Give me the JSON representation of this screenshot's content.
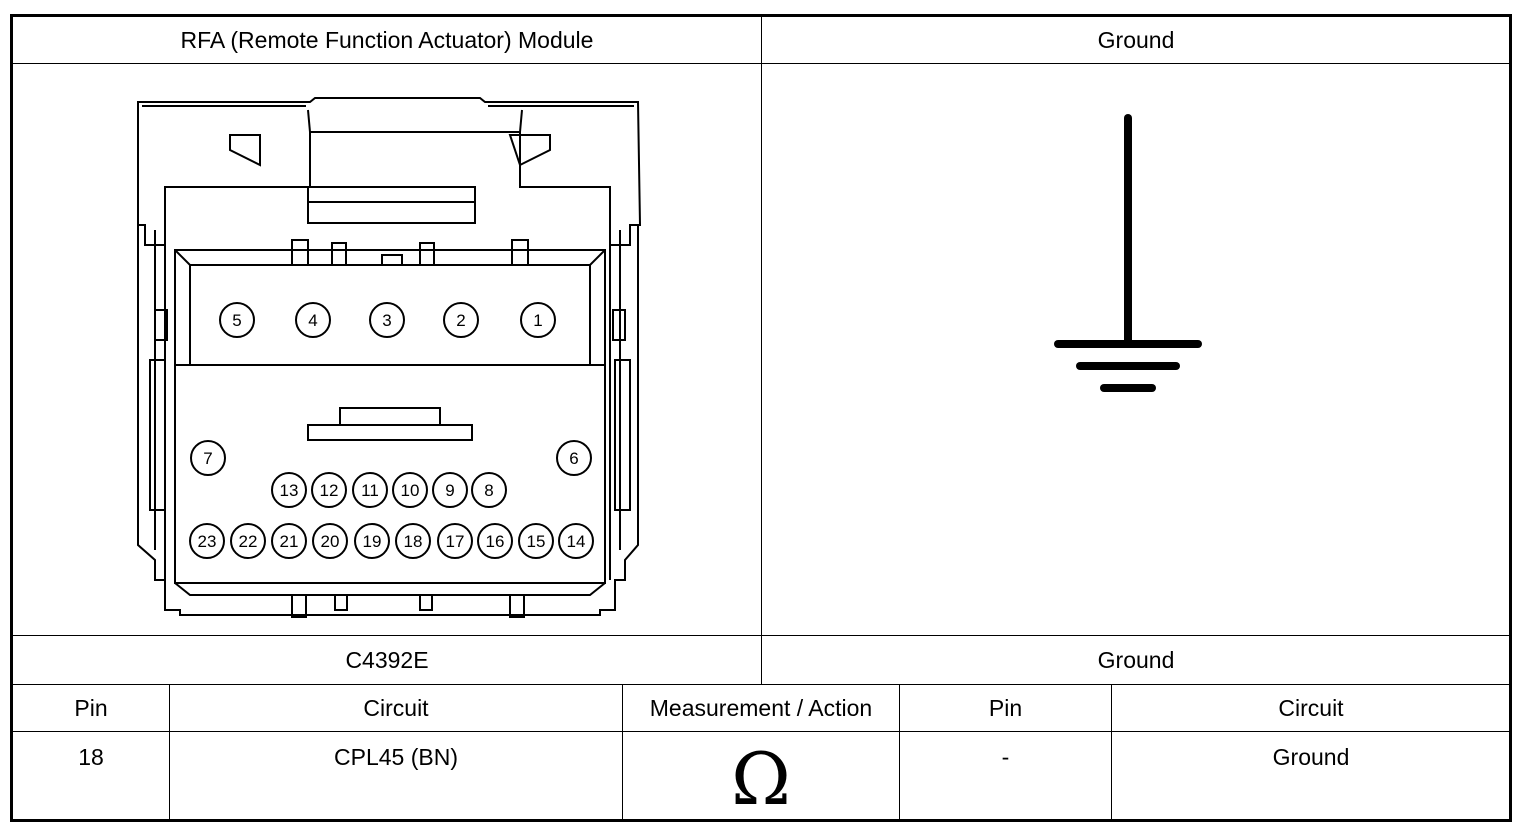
{
  "header": {
    "left_title": "RFA (Remote Function Actuator) Module",
    "right_title": "Ground"
  },
  "connector": {
    "id": "C4392E",
    "pins_top_row": [
      "5",
      "4",
      "3",
      "2",
      "1"
    ],
    "pins_side": [
      "7",
      "6"
    ],
    "pins_middle_row": [
      "13",
      "12",
      "11",
      "10",
      "9",
      "8"
    ],
    "pins_bottom_row": [
      "23",
      "22",
      "21",
      "20",
      "19",
      "18",
      "17",
      "16",
      "15",
      "14"
    ]
  },
  "ground_label": "Ground",
  "table": {
    "headers": [
      "Pin",
      "Circuit",
      "Measurement / Action",
      "Pin",
      "Circuit"
    ],
    "rows": [
      {
        "pin_a": "18",
        "circuit_a": "CPL45 (BN)",
        "action": "Ω",
        "pin_b": "-",
        "circuit_b": "Ground"
      }
    ]
  }
}
